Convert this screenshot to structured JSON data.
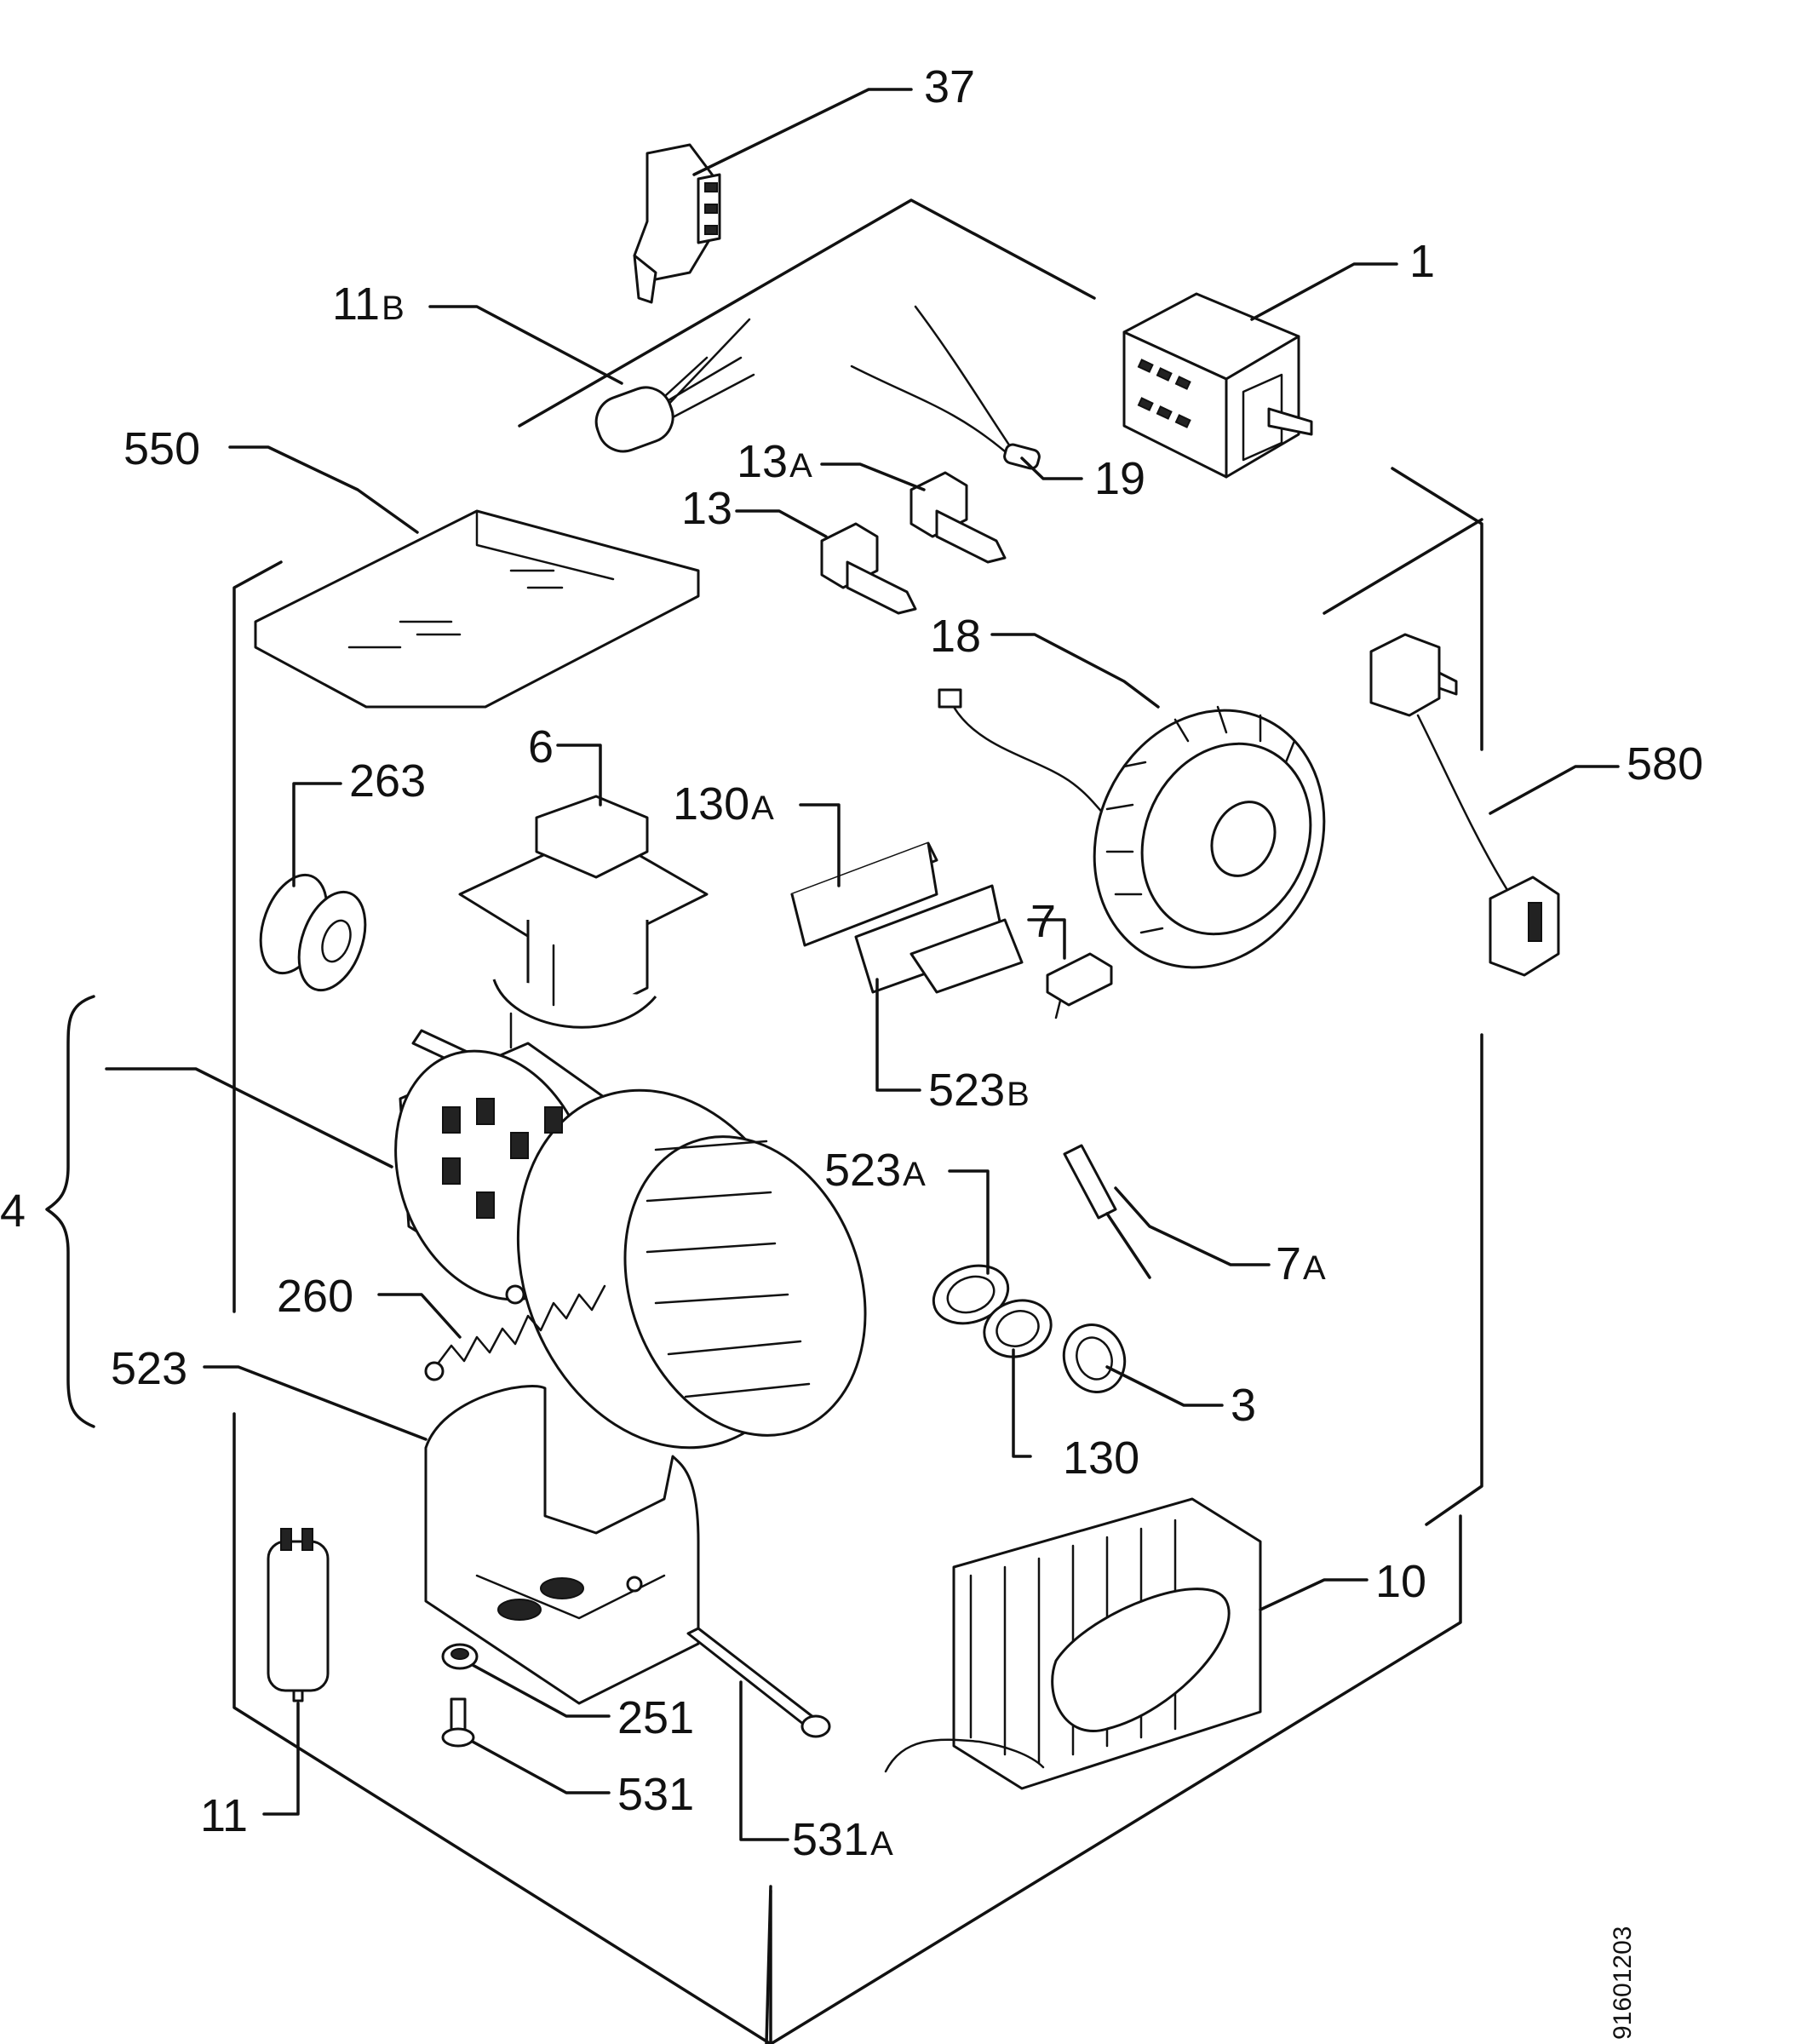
{
  "callouts": {
    "p37": "37",
    "p1": "1",
    "p11b": "11",
    "p11b_suffix": "B",
    "p550": "550",
    "p13a": "13",
    "p13a_suffix": "A",
    "p19": "19",
    "p13": "13",
    "p18": "18",
    "p580": "580",
    "p6": "6",
    "p263": "263",
    "p130a": "130",
    "p130a_suffix": "A",
    "p7": "7",
    "p523b": "523",
    "p523b_suffix": "B",
    "p4": "4",
    "p523a": "523",
    "p523a_suffix": "A",
    "p7a": "7",
    "p7a_suffix": "A",
    "p260": "260",
    "p523": "523",
    "p3": "3",
    "p130": "130",
    "p10": "10",
    "p251": "251",
    "p531": "531",
    "p11": "11",
    "p531a": "531",
    "p531a_suffix": "A"
  },
  "drawing_code": "91601203"
}
